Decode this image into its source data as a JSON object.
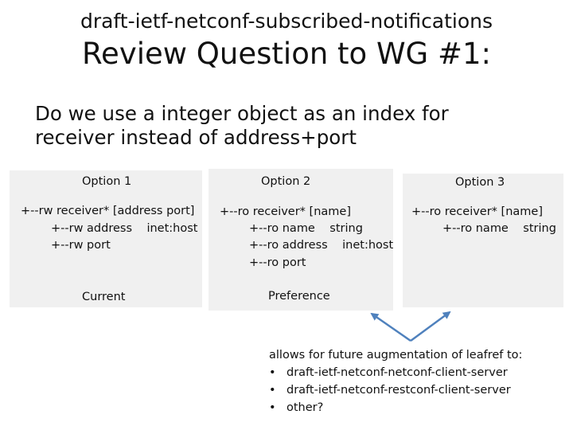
{
  "header": {
    "subtitle": "draft-ietf-netconf-subscribed-notifications",
    "title": "Review Question to WG #1:"
  },
  "question": {
    "line1": "Do we use a integer object as an index for",
    "line2": "receiver instead of address+port"
  },
  "options": [
    {
      "heading": "Option 1",
      "lines": [
        "+--rw receiver* [address port]",
        "+--rw address    inet:host",
        "+--rw port"
      ],
      "footer": "Current"
    },
    {
      "heading": "Option 2",
      "lines": [
        "+--ro receiver* [name]",
        "+--ro name    string",
        "+--ro address    inet:host",
        "+--ro port"
      ],
      "footer": "Preference"
    },
    {
      "heading": "Option 3",
      "lines": [
        "+--ro receiver* [name]",
        "+--ro name    string"
      ]
    }
  ],
  "note": {
    "intro": "allows for future augmentation of leafref to:",
    "bullet": "•",
    "items": [
      "draft-ietf-netconf-netconf-client-server",
      "draft-ietf-netconf-restconf-client-server",
      "other?"
    ]
  },
  "colors": {
    "panel": "#f0f0f0",
    "arrow": "#4f81bd"
  }
}
